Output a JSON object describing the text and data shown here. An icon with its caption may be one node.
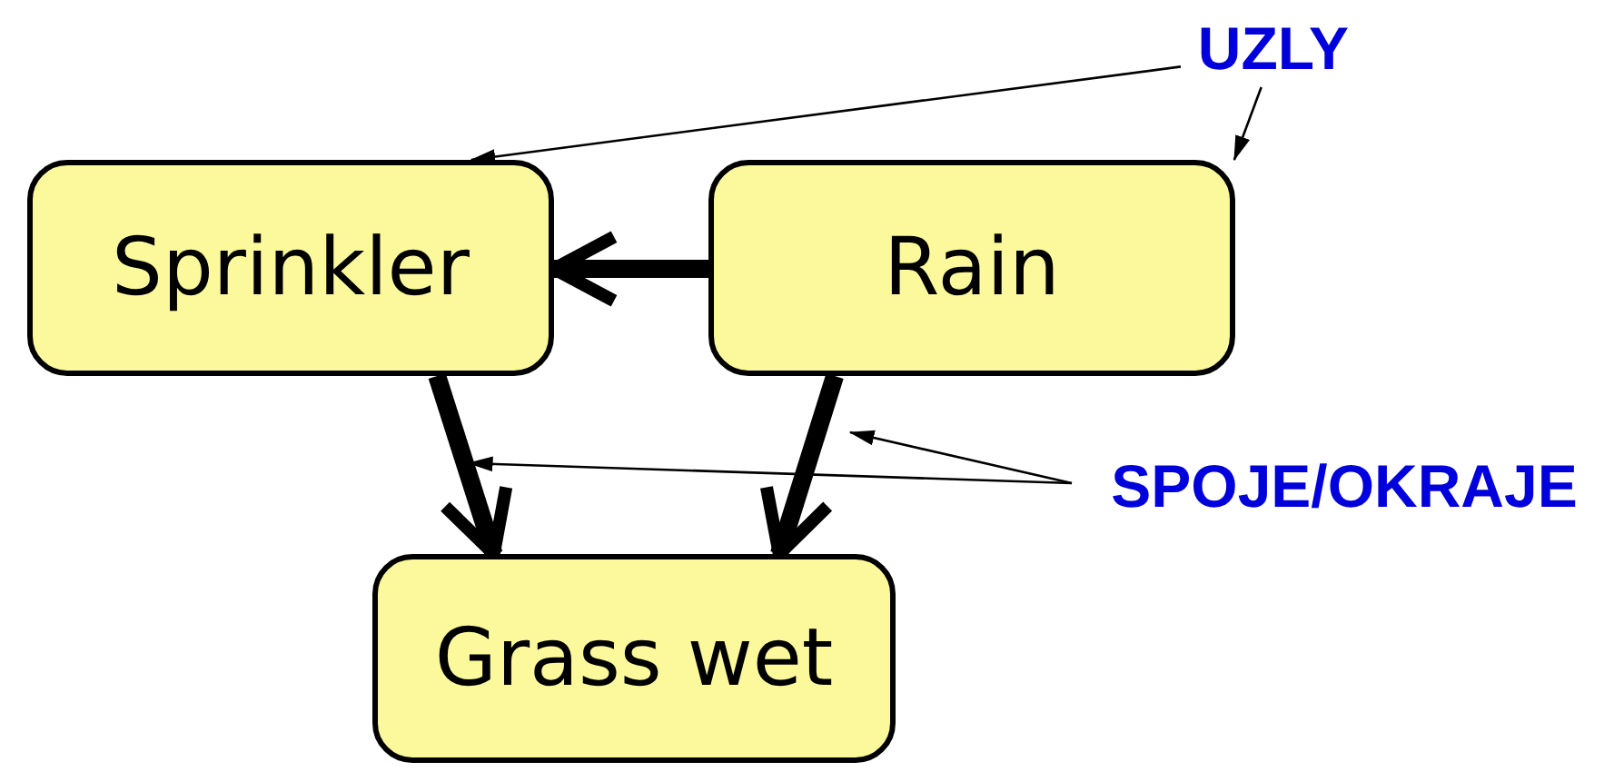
{
  "diagram": {
    "nodes": [
      {
        "text": [
          "Sprinkler"
        ]
      },
      {
        "text": [
          "Rain"
        ]
      },
      {
        "text": [
          "Grass wet"
        ]
      },
      {
        "text": [
          "UZLY"
        ]
      },
      {
        "text": [
          "SPOJE/OKRAJE"
        ]
      }
    ],
    "edges": [
      {
        "from": 1,
        "to": 0,
        "arrow": "to",
        "style": "thick"
      },
      {
        "from": 0,
        "to": 2,
        "arrow": "to",
        "style": "thick"
      },
      {
        "from": 1,
        "to": 2,
        "arrow": "to",
        "style": "thick"
      },
      {
        "from": 3,
        "to": 0,
        "arrow": "to"
      },
      {
        "from": 3,
        "to": 1,
        "arrow": "to"
      },
      {
        "from": 4,
        "to": null,
        "arrow": "to"
      },
      {
        "from": 4,
        "to": null,
        "arrow": "to"
      }
    ]
  }
}
